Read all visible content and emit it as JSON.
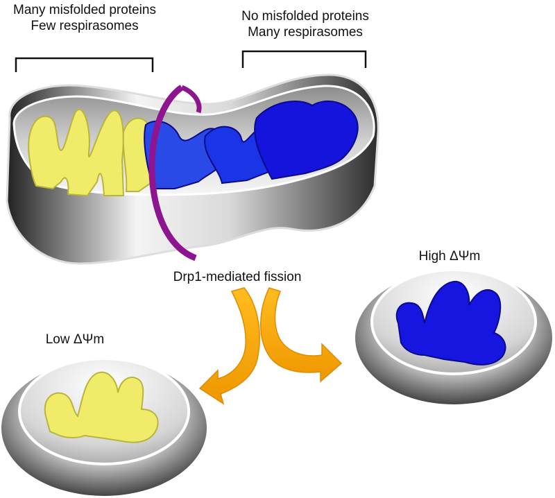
{
  "labels": {
    "left_top_line1": "Many misfolded proteins",
    "left_top_line2": "Few respirasomes",
    "right_top_line1": "No misfolded proteins",
    "right_top_line2": "Many respirasomes",
    "fission": "Drp1-mediated fission",
    "low": "Low ΔΨm",
    "high": "High ΔΨm"
  },
  "colors": {
    "damaged_cristae": "#f0ec6a",
    "healthy_cristae": "#1616e0",
    "drp1_ring": "#8e1590",
    "arrow": "#f4a000",
    "membrane_light": "#f2f2f2",
    "membrane_dark": "#2a2a2a"
  },
  "icons": {
    "elongated": "mitochondrion-icon",
    "ring": "drp1-ring-icon",
    "arrows": "fission-arrow-icon",
    "daughter_low": "daughter-mitochondrion-low-icon",
    "daughter_high": "daughter-mitochondrion-high-icon"
  }
}
